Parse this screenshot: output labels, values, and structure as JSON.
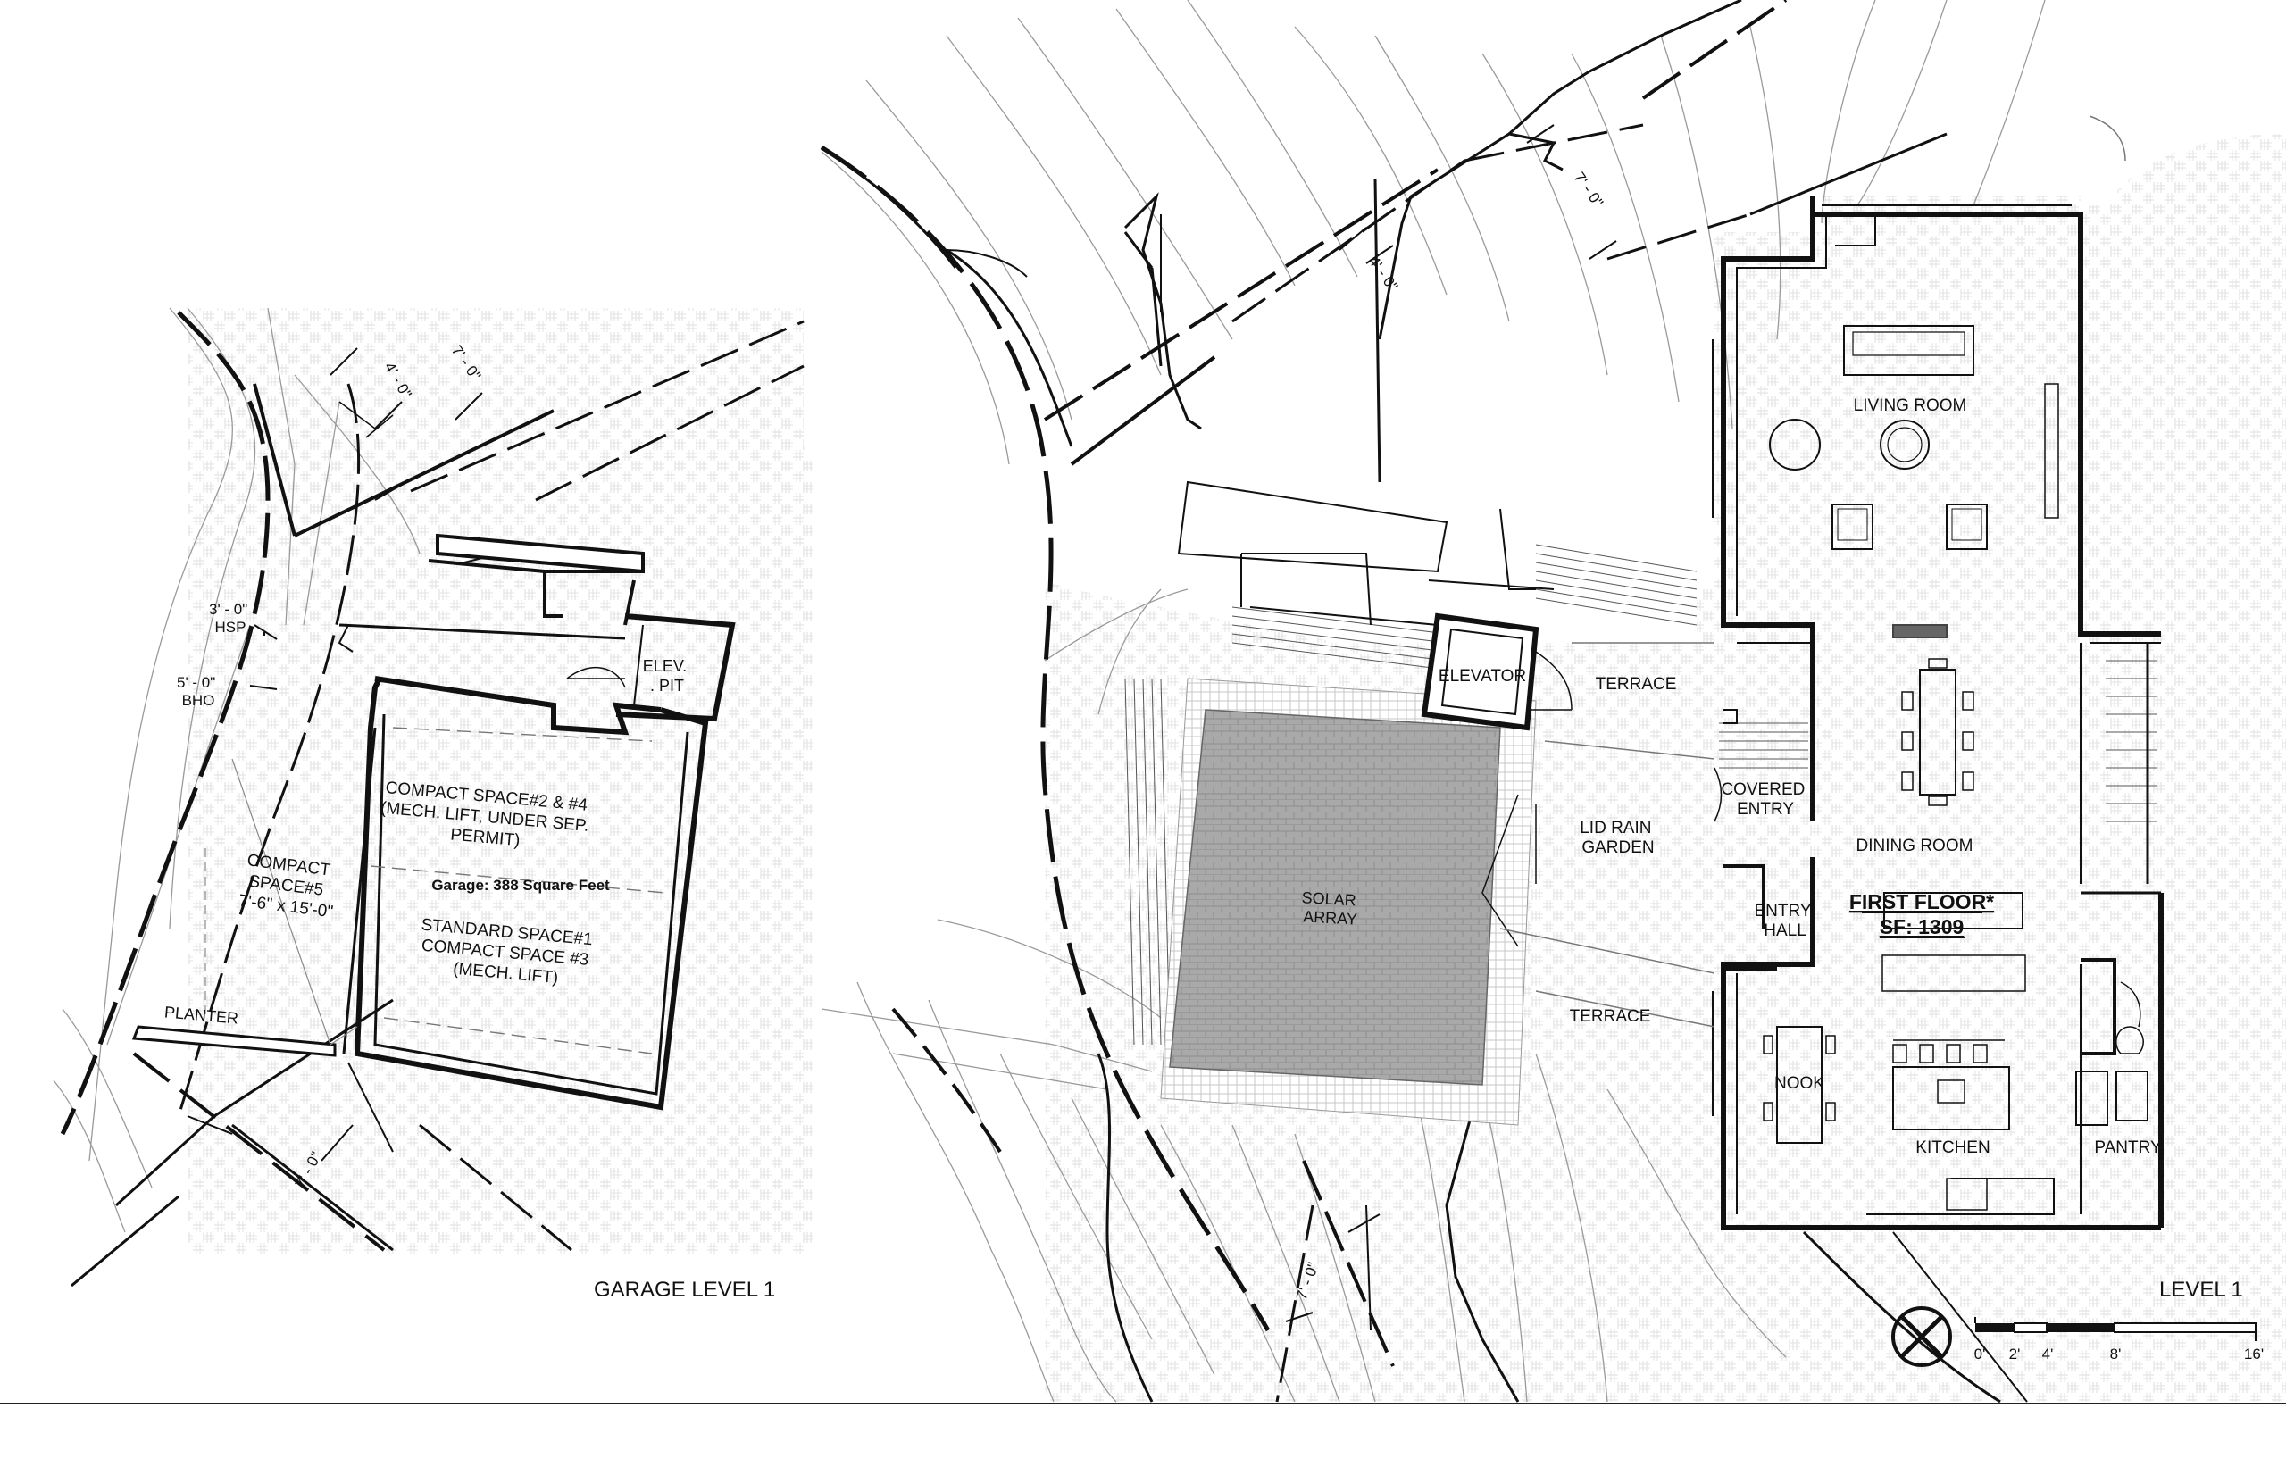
{
  "garage": {
    "title": "GARAGE LEVEL 1",
    "area_label": "Garage: 388 Square Feet",
    "compact_24": [
      "COMPACT SPACE#2 & #4",
      "(MECH. LIFT, UNDER SEP.",
      "PERMIT)"
    ],
    "compact_5": [
      "COMPACT",
      "SPACE#5",
      "7'-6\" x 15'-0\""
    ],
    "standard": [
      "STANDARD SPACE#1",
      "COMPACT SPACE #3",
      "(MECH. LIFT)"
    ],
    "elev_pit": [
      "ELEV.",
      ". PIT"
    ],
    "planter": "PLANTER",
    "hsp": [
      "3' - 0\"",
      "HSP"
    ],
    "bho": [
      "5' - 0\"",
      "BHO"
    ],
    "dim_4": "4' - 0\"",
    "dim_7a": "7' - 0\"",
    "dim_7b": "7' - 0\""
  },
  "level1": {
    "title": "LEVEL 1",
    "first_floor": "FIRST FLOOR*",
    "sf": "SF: 1309",
    "rooms": {
      "living": "LIVING ROOM",
      "dining": "DINING ROOM",
      "kitchen": "KITCHEN",
      "pantry": "PANTRY",
      "nook": "NOOK",
      "entry_hall": [
        "ENTRY",
        "HALL"
      ],
      "covered_entry": [
        "COVERED",
        "ENTRY"
      ],
      "elevator": "ELEVATOR",
      "terrace_top": "TERRACE",
      "terrace_bottom": "TERRACE",
      "rain_garden": [
        "LID RAIN",
        "GARDEN"
      ],
      "solar": [
        "SOLAR",
        "ARRAY"
      ]
    },
    "dim_4": "4' - 0\"",
    "dim_7a": "7' - 0\"",
    "dim_7b": "7' - 0\""
  },
  "scale": {
    "ticks": [
      "0'",
      "2'",
      "4'",
      "8'",
      "16'"
    ]
  },
  "colors": {
    "ink": "#111111",
    "hatch": "#d9d9d9",
    "solar": "#a9a9a9",
    "contour": "#8c8c8c"
  }
}
